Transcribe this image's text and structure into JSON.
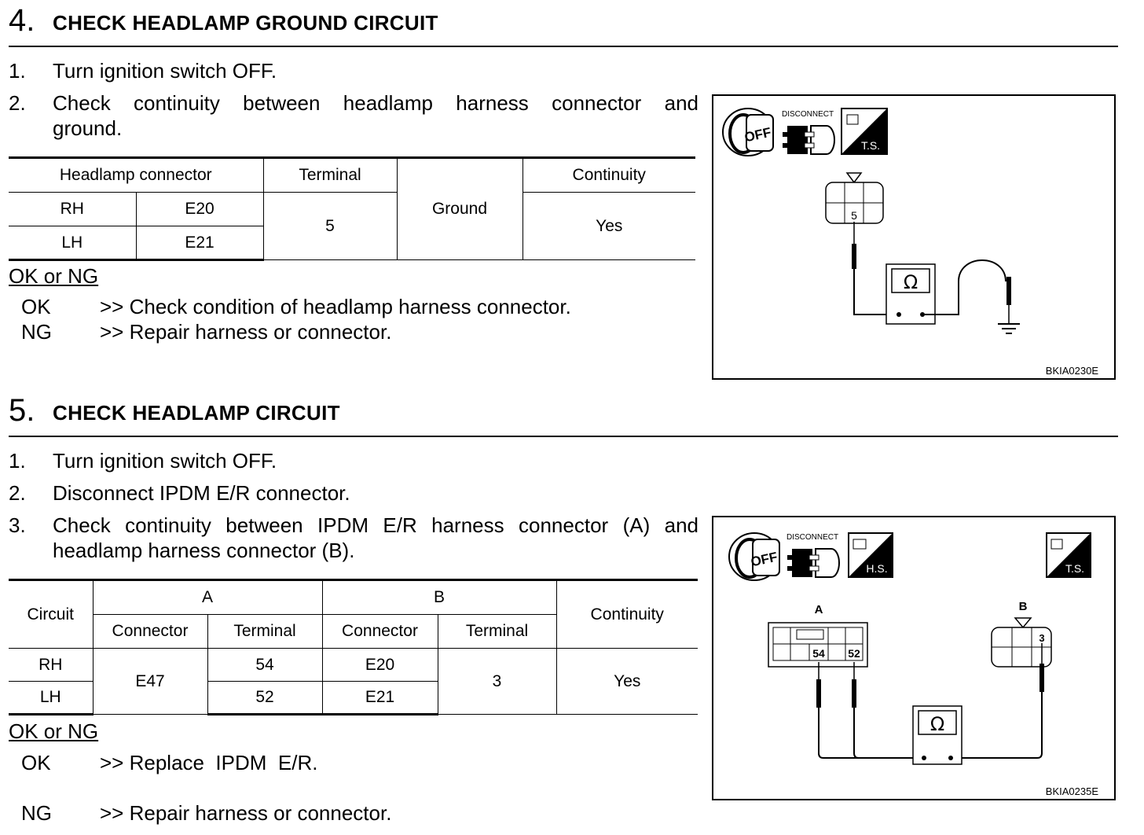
{
  "step4": {
    "number": "4.",
    "title": "CHECK HEADLAMP GROUND CIRCUIT",
    "instructions": [
      {
        "n": "1.",
        "text": "Turn ignition switch OFF."
      },
      {
        "n": "2.",
        "text": "Check continuity between headlamp harness connector and",
        "text2": "ground."
      }
    ],
    "table": {
      "headers": [
        "Headlamp connector",
        "Terminal",
        "Ground",
        "Continuity"
      ],
      "rows": [
        {
          "side": "RH",
          "connector": "E20"
        },
        {
          "side": "LH",
          "connector": "E21"
        }
      ],
      "terminal": "5",
      "continuity": "Yes"
    },
    "okng_label": "OK or NG",
    "results": [
      {
        "status": "OK",
        "action": ">> Check condition of headlamp harness connector."
      },
      {
        "status": "NG",
        "action": ">> Repair harness or connector."
      }
    ],
    "figure": {
      "id": "BKIA0230E",
      "disconnect_label": "DISCONNECT",
      "off_label": "OFF",
      "ts_label": "T.S.",
      "terminal_label": "5",
      "ohm_symbol": "Ω"
    }
  },
  "step5": {
    "number": "5.",
    "title": "CHECK HEADLAMP CIRCUIT",
    "instructions": [
      {
        "n": "1.",
        "text": "Turn ignition switch OFF."
      },
      {
        "n": "2.",
        "text": "Disconnect IPDM E/R connector."
      },
      {
        "n": "3.",
        "text": "Check continuity between IPDM E/R harness connector (A) and",
        "text2": "headlamp harness connector (B)."
      }
    ],
    "table": {
      "circuit_header": "Circuit",
      "group_a": "A",
      "group_b": "B",
      "connector_header": "Connector",
      "terminal_header": "Terminal",
      "continuity_header": "Continuity",
      "rows": [
        {
          "circuit": "RH",
          "a_terminal": "54",
          "b_connector": "E20"
        },
        {
          "circuit": "LH",
          "a_terminal": "52",
          "b_connector": "E21"
        }
      ],
      "a_connector": "E47",
      "b_terminal": "3",
      "continuity": "Yes"
    },
    "okng_label": "OK or NG",
    "results": [
      {
        "status": "OK",
        "action": ">> Replace  IPDM  E/R."
      },
      {
        "status": "NG",
        "action": ">> Repair harness or connector."
      }
    ],
    "figure": {
      "id": "BKIA0235E",
      "disconnect_label": "DISCONNECT",
      "off_label": "OFF",
      "hs_label": "H.S.",
      "ts_label": "T.S.",
      "label_a": "A",
      "label_b": "B",
      "terminal_54": "54",
      "terminal_52": "52",
      "terminal_3": "3",
      "ohm_symbol": "Ω"
    }
  }
}
